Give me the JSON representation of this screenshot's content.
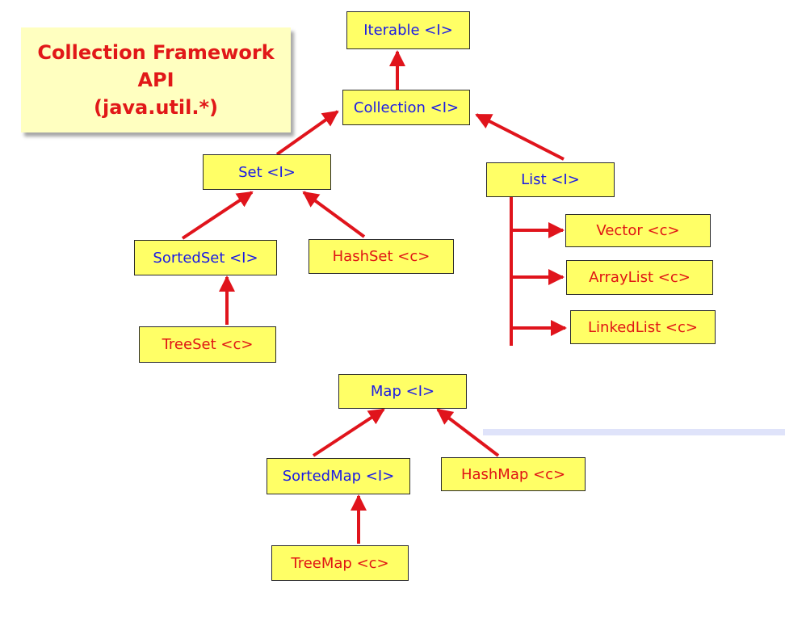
{
  "title": {
    "line1": "Collection Framework",
    "line2": "API",
    "line3": "(java.util.*)"
  },
  "nodes": {
    "iterable": "Iterable <I>",
    "collection": "Collection <I>",
    "set": "Set <I>",
    "list": "List <I>",
    "sortedset": "SortedSet <I>",
    "hashset": "HashSet <c>",
    "treeset": "TreeSet <c>",
    "vector": "Vector <c>",
    "arraylist": "ArrayList <c>",
    "linkedlist": "LinkedList <c>",
    "map": "Map <I>",
    "sortedmap": "SortedMap <I>",
    "hashmap": "HashMap <c>",
    "treemap": "TreeMap <c>"
  },
  "colors": {
    "arrow": "#e0141c",
    "interface_text": "#1a1ae6",
    "class_text": "#e01414",
    "node_fill": "#ffff66",
    "title_fill": "#ffffc0"
  }
}
